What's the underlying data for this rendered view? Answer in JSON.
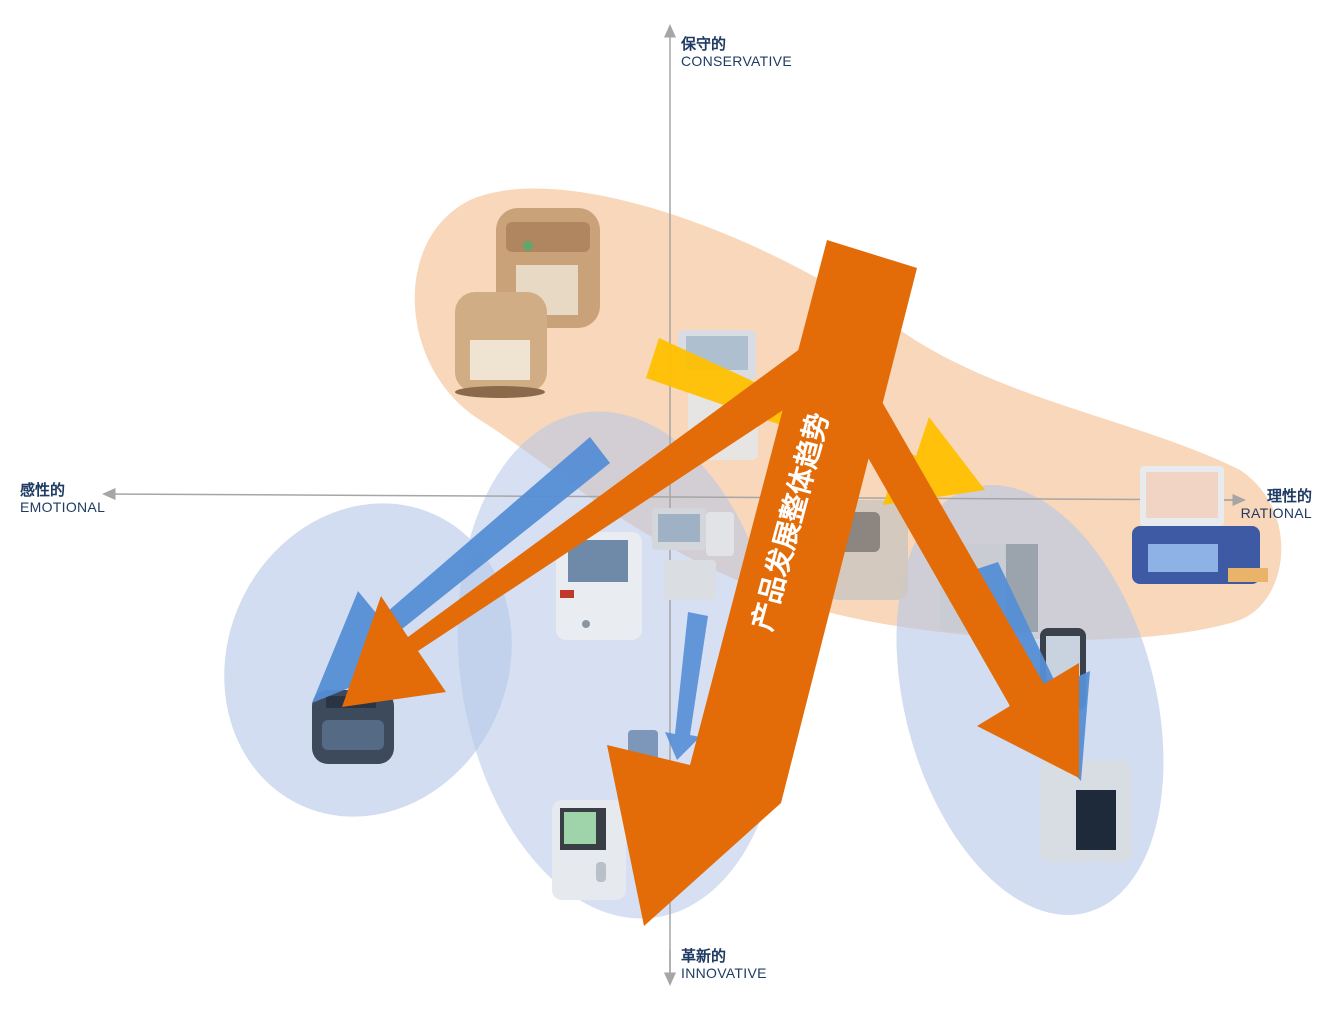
{
  "axes": {
    "top": {
      "cn": "保守的",
      "en": "CONSERVATIVE"
    },
    "bottom": {
      "cn": "革新的",
      "en": "INNOVATIVE"
    },
    "left": {
      "cn": "感性的",
      "en": "EMOTIONAL"
    },
    "right": {
      "cn": "理性的",
      "en": "RATIONAL"
    }
  },
  "trend": {
    "label": "产品发展整体趋势"
  },
  "colors": {
    "axis": "#a6a6a6",
    "label": "#1f3b63",
    "orange_zone": "#f5c9a4",
    "blue_zone": "#b4c7e7",
    "trend_arrow": "#e36c09",
    "blue_arrow": "#558ed5",
    "yellow_arrow": "#ffc000",
    "device_beige": "#c9a27a",
    "device_gray": "#d9dde3",
    "device_dark": "#3c4a5c"
  },
  "icons": [
    "analyzer-device-icon"
  ]
}
